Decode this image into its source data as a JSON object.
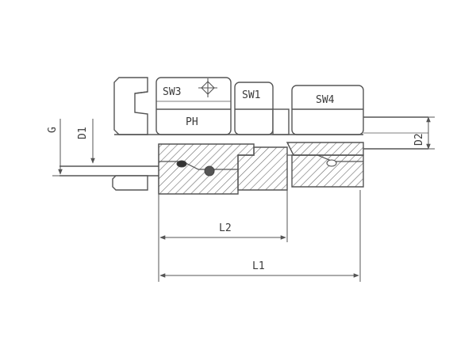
{
  "diagram": {
    "labels": {
      "sw3": "SW3",
      "sw1": "SW1",
      "sw4": "SW4",
      "ph": "PH",
      "g": "G",
      "d1": "D1",
      "d2": "D2",
      "l1": "L1",
      "l2": "L2"
    },
    "colors": {
      "line": "#555555",
      "fill": "#ffffff",
      "hatch": "#6a6a6a"
    },
    "icons": {
      "position_mark": "crosshair-diamond-icon"
    }
  }
}
